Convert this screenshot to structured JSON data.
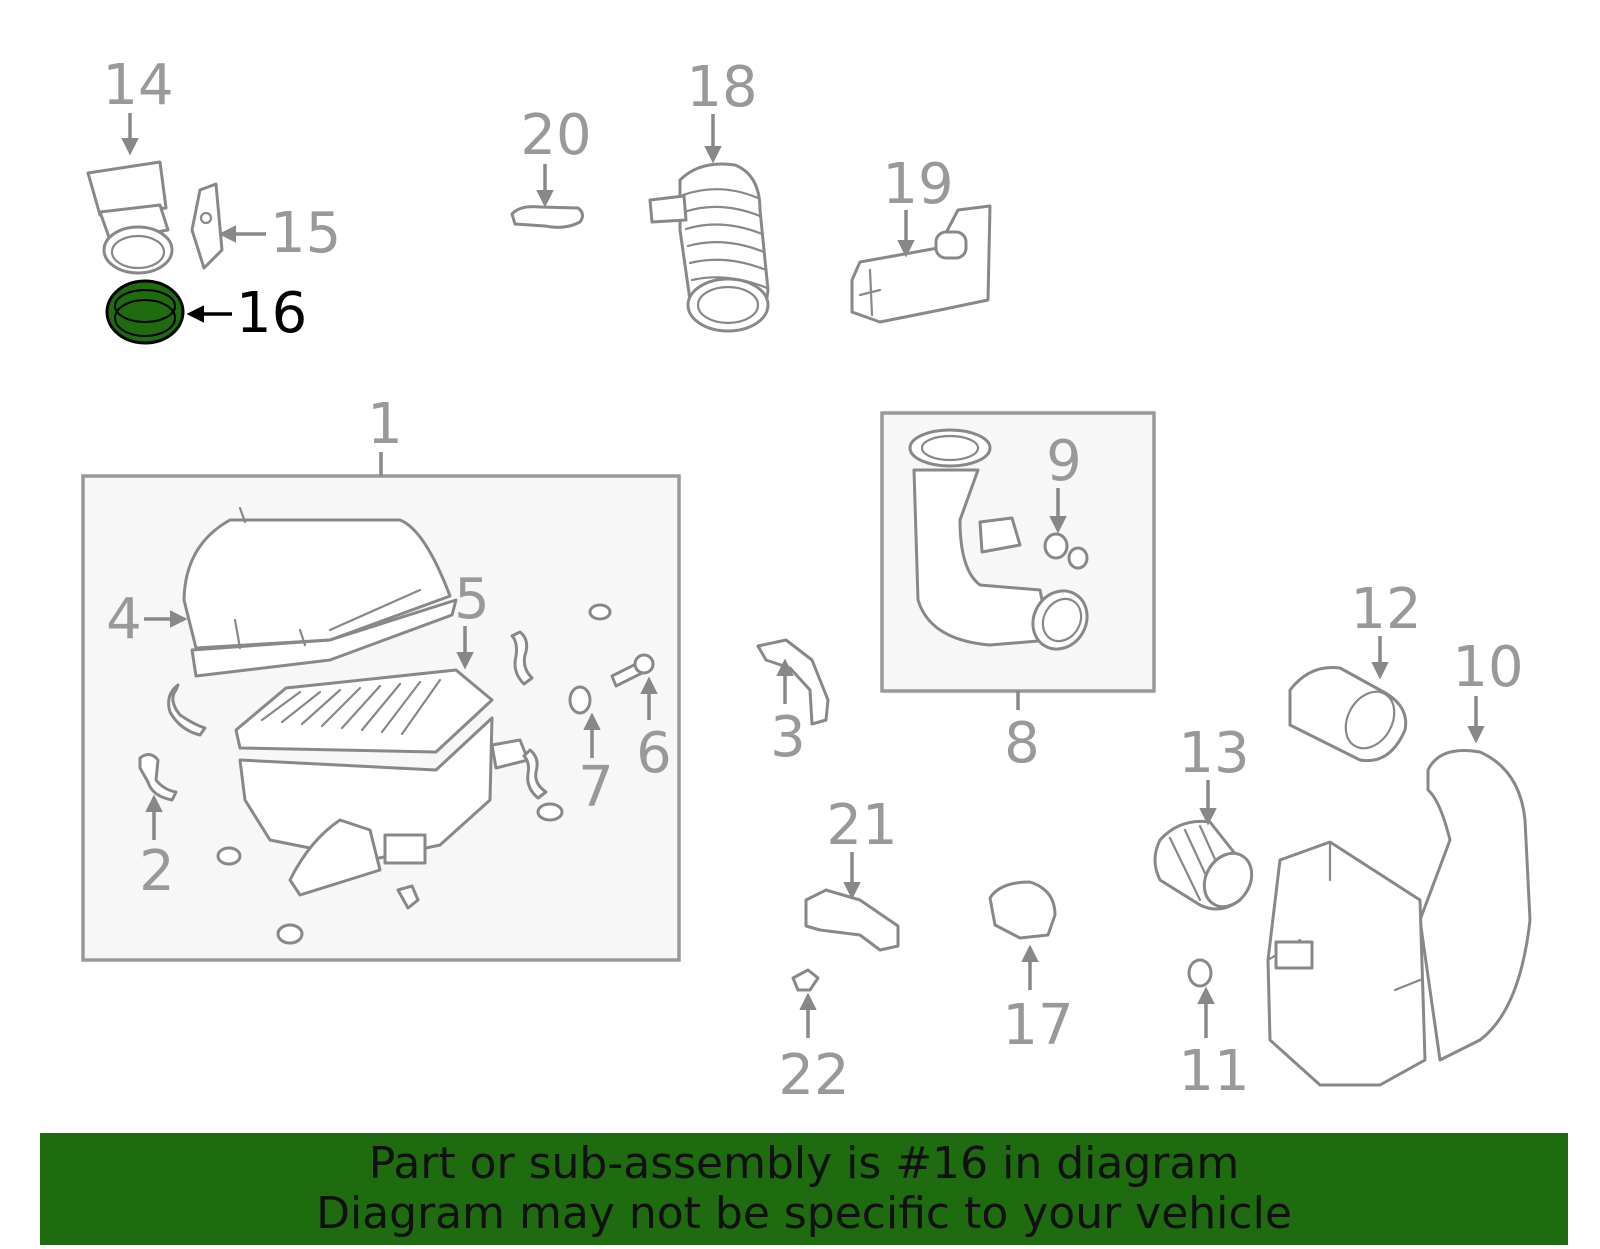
{
  "highlighted_part": "16",
  "colors": {
    "highlight": "#1e6b10",
    "line": "#888888",
    "label": "#999999"
  },
  "callouts": [
    "1",
    "2",
    "3",
    "4",
    "5",
    "6",
    "7",
    "8",
    "9",
    "10",
    "11",
    "12",
    "13",
    "14",
    "15",
    "16",
    "17",
    "18",
    "19",
    "20",
    "21",
    "22"
  ],
  "banner": {
    "line1": "Part or sub-assembly is #16 in diagram",
    "line2": "Diagram may not be specific to your vehicle"
  }
}
